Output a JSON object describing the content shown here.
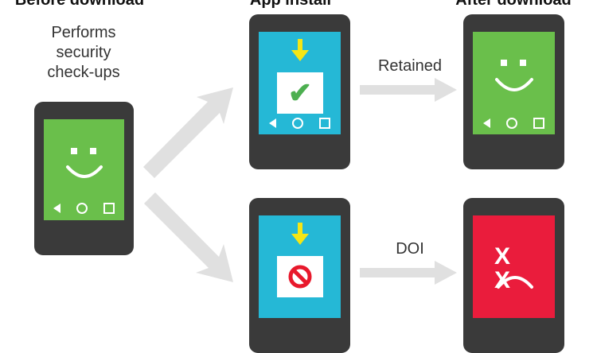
{
  "headings": {
    "before": "Before download",
    "install": "App install",
    "after": "After download"
  },
  "caption": {
    "line1": "Performs",
    "line2": "security",
    "line3": "check-ups"
  },
  "labels": {
    "retained": "Retained",
    "doi": "DOI"
  },
  "icons": {
    "checkmark": "✔",
    "cross_eyes": "X X"
  },
  "colors": {
    "phone_body": "#3a3a3a",
    "screen_green": "#6abf4b",
    "screen_blue": "#25b8d6",
    "screen_red": "#ea1c3c",
    "download_arrow": "#f5e614",
    "check_green": "#4caf50",
    "block_red": "#e8192c",
    "flow_arrow": "#e0e0e0"
  }
}
